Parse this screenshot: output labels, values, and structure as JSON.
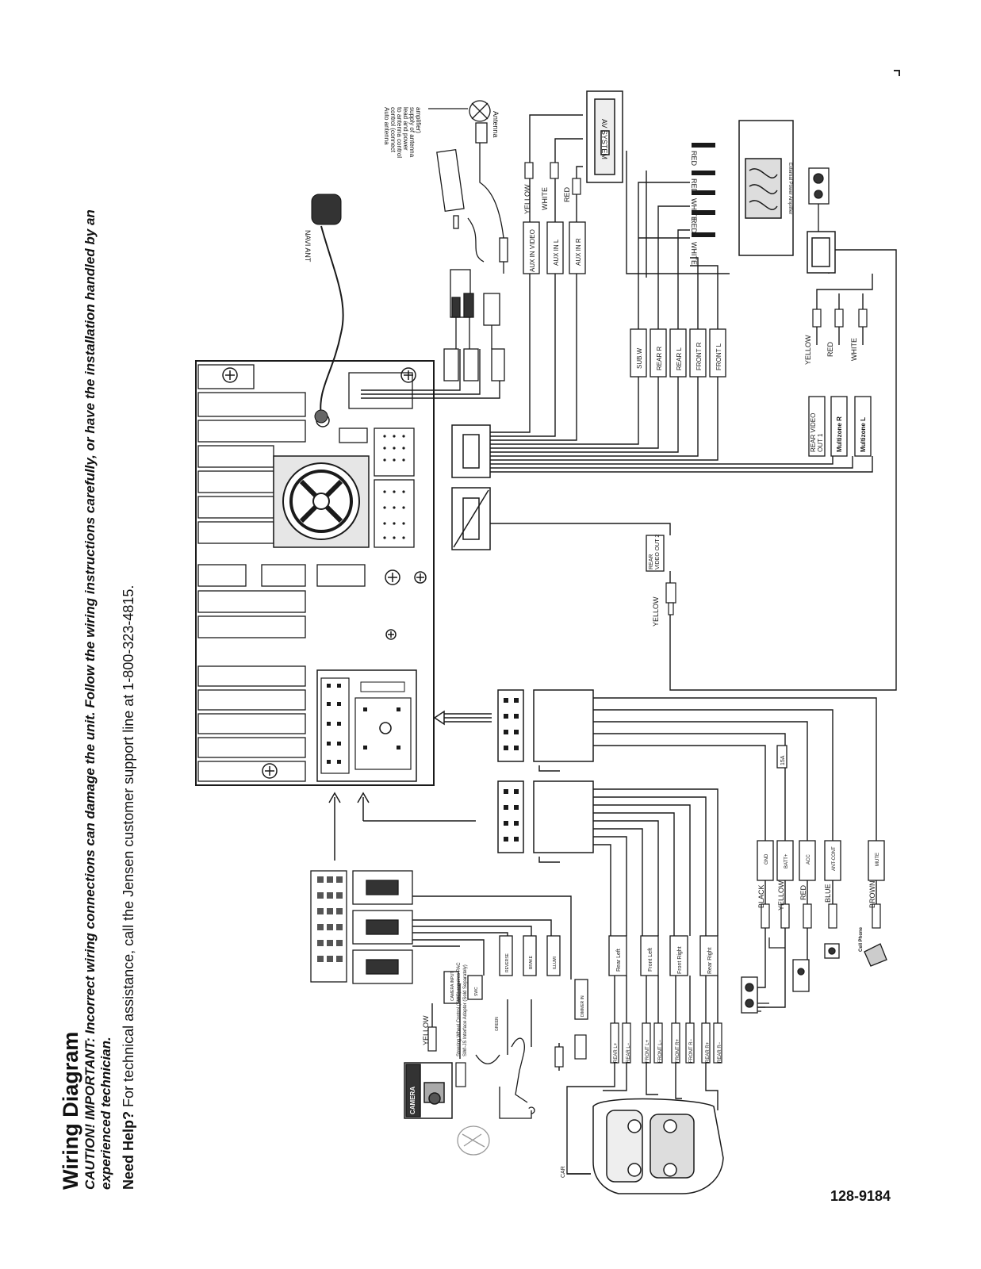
{
  "header": {
    "title": "Wiring Diagram",
    "caution_line1": "CAUTION! IMPORTANT: Incorrect wiring connections can damage the unit. Follow the wiring instructions carefully, or have the installation handled by an",
    "caution_line2": "experienced technician.",
    "help_label": "Need Help?",
    "help_text": "For technical assistance, call the Jensen customer support line at 1-800-323-4815."
  },
  "footer": {
    "part_number": "128-9184"
  },
  "labels": {
    "navi_ant": "NAVI ANT",
    "auto_antenna": [
      "Auto antenna",
      "control (connect",
      "to antenna control",
      "lead and power",
      "supply of antenna",
      "amplifier)"
    ],
    "antenna": "Antenna",
    "av_system": "AV SYSTEM",
    "external_amp": "External Power Amplifier",
    "aux_in_video": "AUX IN VIDEO",
    "aux_in_l": "AUX IN L",
    "aux_in_r": "AUX IN R",
    "sub_w": "SUB.W",
    "rear_r": "REAR R",
    "rear_l": "REAR L",
    "front_r": "FRONT R",
    "front_l": "FRONT L",
    "rear_video_out1": [
      "REAR VIDEO",
      "OUT 1"
    ],
    "rear_video_out2": [
      "REAR",
      "VIDEO OUT 2"
    ],
    "multizone_r": "Multizone R",
    "multizone_l": "Multizone L",
    "yellow": "YELLOW",
    "white": "WHITE",
    "red": "RED",
    "black": "BLACK",
    "blue": "BLUE",
    "brown": "BROWN",
    "gnd": "GND",
    "batt": "BATT+",
    "acc": "ACC",
    "ant_cont": "ANT-CONT",
    "mute": "MUTE",
    "fuse": "15A",
    "cell_phone": "Cell Phone",
    "rear_left": "Rear Left",
    "front_left": "Front Left",
    "front_right": "Front Right",
    "rear_right": "Rear Right",
    "rear_l_plus": "REAR L+",
    "rear_l_minus": "REAR L−",
    "front_l_plus": "FRONT L+",
    "front_l_minus": "FRONT L−",
    "front_r_plus": "FRONT R+",
    "front_r_minus": "FRONT R−",
    "rear_r_plus": "REAR R+",
    "rear_r_minus": "REAR R−",
    "camera": "CAMERA",
    "camera_input": "CAMERA INPUT",
    "swc_note": [
      "Steering Wheel Control (SWC) requires PAC",
      "SWI-JS Interface Adapter (Sold Separately)"
    ],
    "car": "CAR",
    "reverse": "REVERSE",
    "brake": "BRAKE",
    "illumi": "ILLUMI",
    "dimmer": "DIMMER IN",
    "swc": "SWC",
    "green": "GREEN"
  },
  "colors": {
    "line": "#1a1a1a",
    "fill_gray": "#d9d9d9",
    "bg": "#ffffff"
  }
}
